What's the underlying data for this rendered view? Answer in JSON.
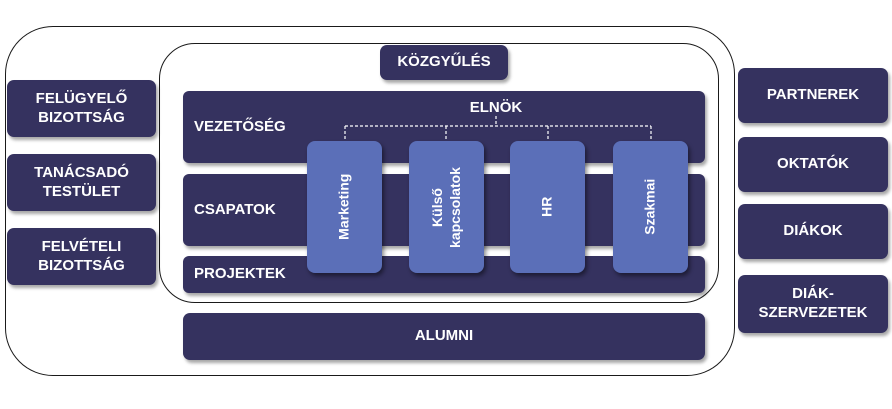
{
  "left_boxes": [
    "FELÜGYELŐ\nBIZOTTSÁG",
    "TANÁCSADÓ\nTESTÜLET",
    "FELVÉTELI\nBIZOTTSÁG"
  ],
  "right_boxes": [
    "PARTNEREK",
    "OKTATÓK",
    "DIÁKOK",
    "DIÁK-\nSZERVEZETEK"
  ],
  "top_box": "KÖZGYŰLÉS",
  "bands": {
    "leadership": "VEZETŐSÉG",
    "teams": "CSAPATOK",
    "projects": "PROJEKTEK"
  },
  "president": "ELNÖK",
  "departments": [
    "Marketing",
    "Külső\nkapcsolatok",
    "HR",
    "Szakmai"
  ],
  "bottom_box": "ALUMNI"
}
